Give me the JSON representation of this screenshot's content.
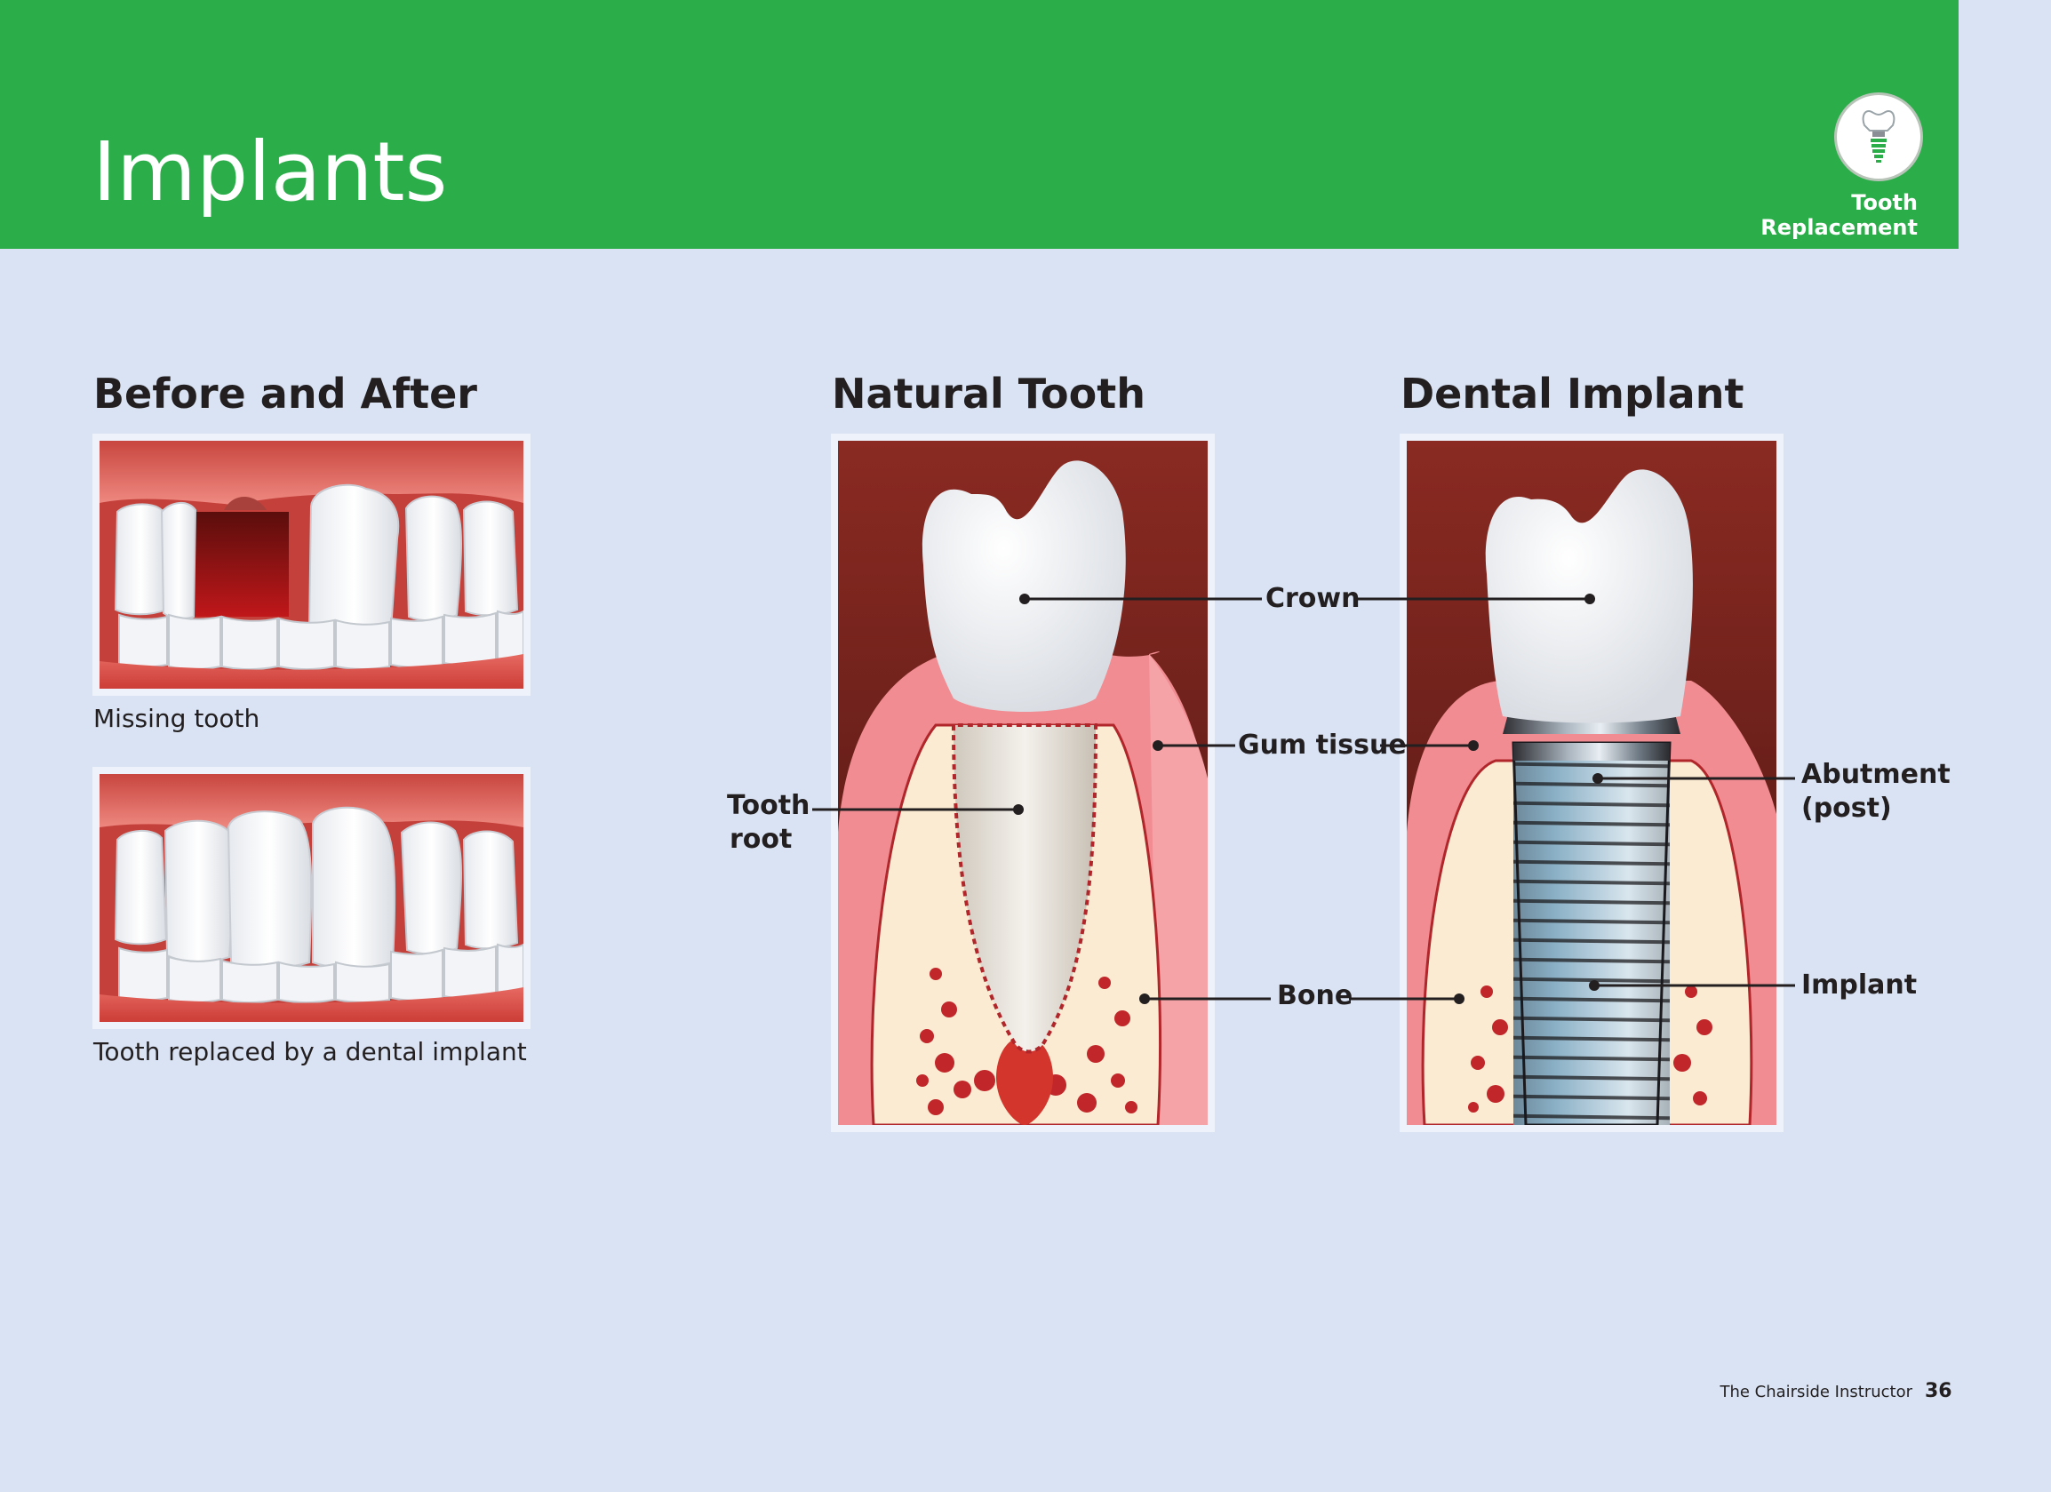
{
  "header": {
    "title": "Implants",
    "badge_label": "Tooth Replacement",
    "badge_icon": "implant-icon"
  },
  "before_after": {
    "title": "Before and After",
    "captions": [
      "Missing tooth",
      "Tooth replaced by a dental implant"
    ]
  },
  "natural_tooth": {
    "title": "Natural Tooth"
  },
  "dental_implant": {
    "title": "Dental Implant"
  },
  "labels": {
    "crown": "Crown",
    "gum": "Gum tissue",
    "bone": "Bone",
    "root_1": "Tooth",
    "root_2": "root",
    "abutment_1": "Abutment",
    "abutment_2": "(post)",
    "implant": "Implant"
  },
  "footer": {
    "publication": "The Chairside Instructor",
    "page": "36"
  },
  "colors": {
    "header_green": "#2bae4a",
    "page_bg": "#d9e3f3",
    "gum_pink": "#f08c92",
    "bone_cream": "#fbebd2",
    "cavity_red": "#6d1b17"
  }
}
